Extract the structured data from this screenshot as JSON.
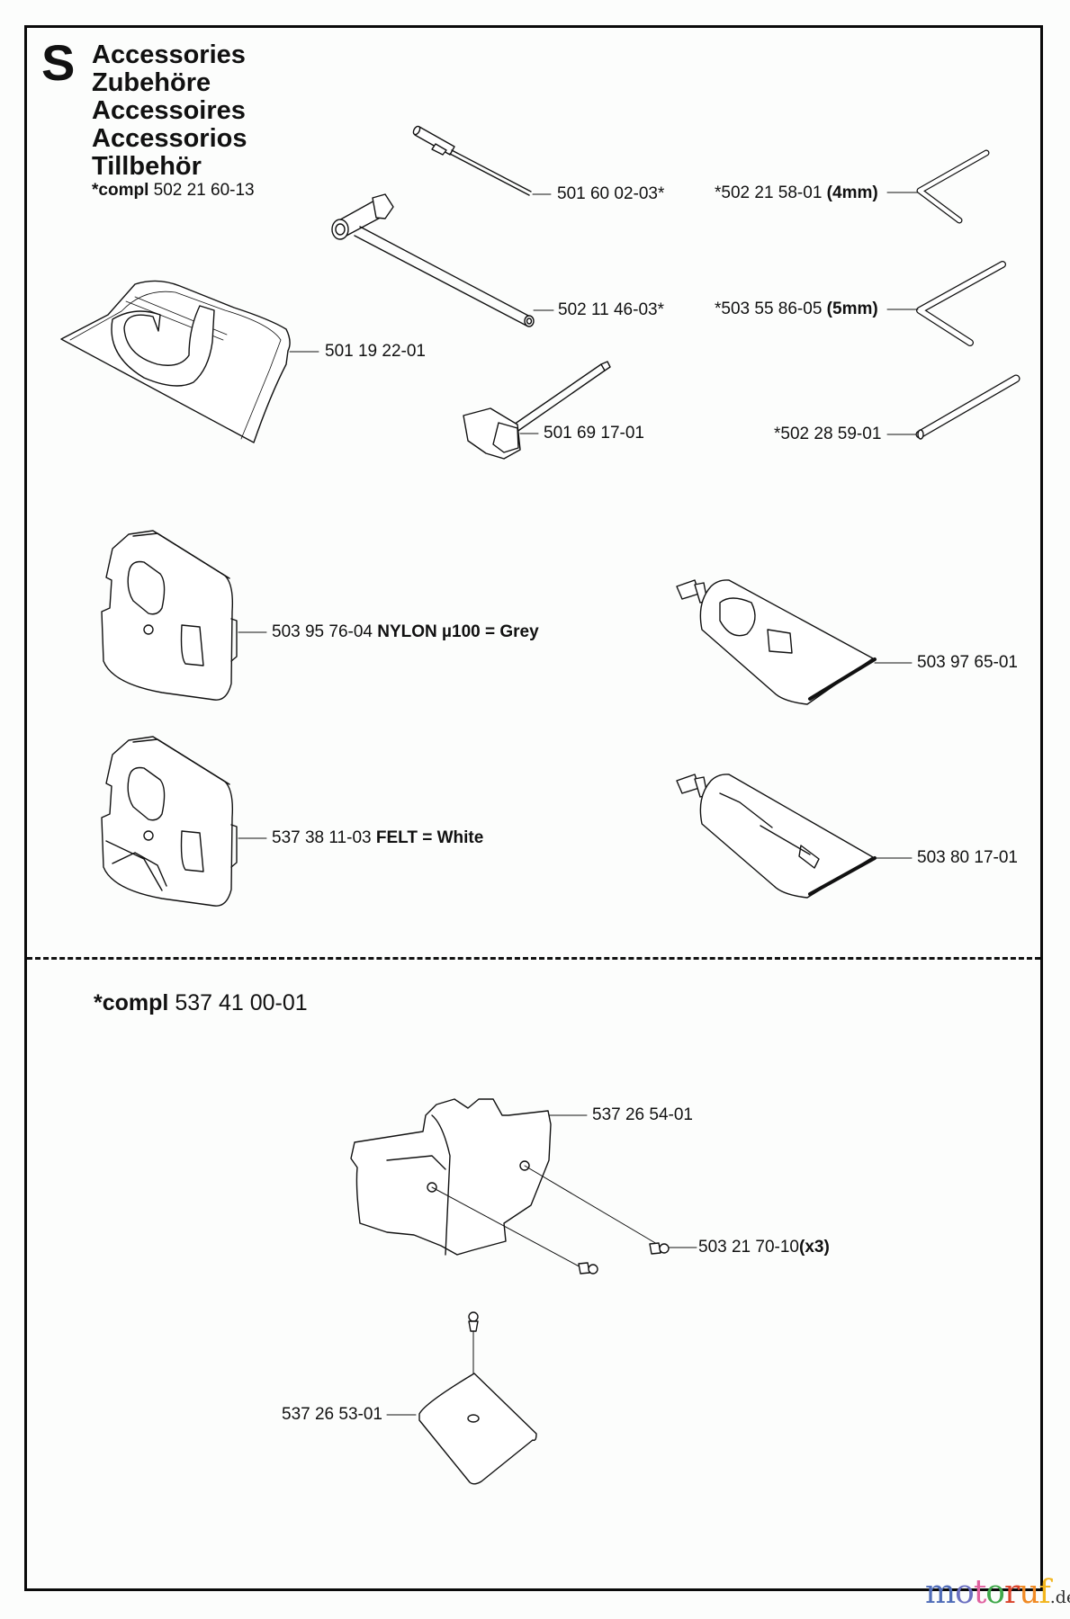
{
  "section": {
    "letter": "S",
    "titles": [
      "Accessories",
      "Zubehöre",
      "Accessoires",
      "Accessorios",
      "Tillbehör"
    ],
    "compl_prefix": "*compl",
    "compl_number": "502 21 60-13"
  },
  "parts_top": [
    {
      "id": "feeler-pin",
      "number": "501 60 02-03*",
      "extra": ""
    },
    {
      "id": "hex-key-4mm",
      "number": "*502 21 58-01",
      "extra": "(4mm)"
    },
    {
      "id": "t-wrench",
      "number": "502 11 46-03*",
      "extra": ""
    },
    {
      "id": "hex-key-5mm",
      "number": "*503 55 86-05",
      "extra": "(5mm)"
    },
    {
      "id": "tool-bag",
      "number": "501 19 22-01",
      "extra": ""
    },
    {
      "id": "combination-spanner",
      "number": "501 69 17-01",
      "extra": ""
    },
    {
      "id": "drift-pin",
      "number": "*502 28 59-01",
      "extra": ""
    },
    {
      "id": "air-filter-nylon",
      "number": "503 95 76-04",
      "extra": "NYLON µ100 = Grey"
    },
    {
      "id": "grease-tube-1",
      "number": "503 97 65-01",
      "extra": ""
    },
    {
      "id": "air-filter-felt",
      "number": "537 38 11-03",
      "extra": "FELT = White"
    },
    {
      "id": "grease-tube-2",
      "number": "503 80 17-01",
      "extra": ""
    }
  ],
  "kit": {
    "compl_prefix": "*compl",
    "compl_number": "537 41 00-01",
    "parts": [
      {
        "id": "cover",
        "number": "537 26 54-01",
        "extra": ""
      },
      {
        "id": "screw",
        "number": "503 21 70-10",
        "extra": "(x3)"
      },
      {
        "id": "plate",
        "number": "537 26 53-01",
        "extra": ""
      }
    ]
  },
  "watermark": {
    "letters": [
      "m",
      "o",
      "t",
      "o",
      "r",
      "u",
      "f"
    ],
    "colors": [
      "#4f6cb8",
      "#6a6fc0",
      "#e0609f",
      "#3fa84a",
      "#d9432b",
      "#f08a24",
      "#f2b51c"
    ],
    "suffix": ".de"
  }
}
